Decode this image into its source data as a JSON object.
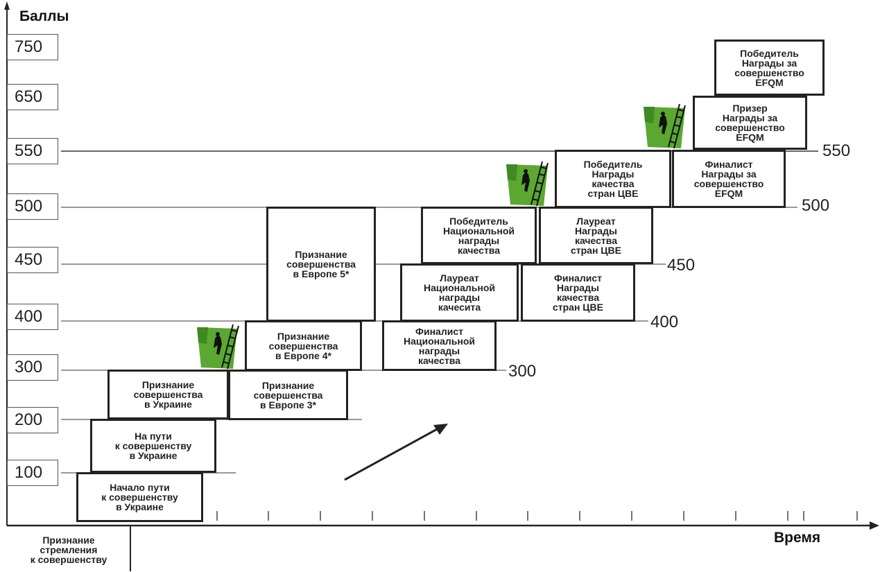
{
  "axes": {
    "y_title": "Баллы",
    "x_title": "Время",
    "y_ticks": [
      "750",
      "650",
      "550",
      "500",
      "450",
      "400",
      "300",
      "200",
      "100"
    ],
    "right_ticks": [
      "550",
      "500",
      "450",
      "400",
      "300"
    ]
  },
  "base_label": "Признание\nстремления\nк совершенству",
  "boxes": [
    {
      "label": "Начало пути\nк совершенству\nв Украине"
    },
    {
      "label": "На пути\nк совершенству\nв Украине"
    },
    {
      "label": "Признание\nсовершенства\nв Украине"
    },
    {
      "label": "Признание\nсовершенства\nв Европе 3*"
    },
    {
      "label": "Признание\nсовершенства\nв Европе 4*"
    },
    {
      "label": "Признание\nсовершенства\nв Европе 5*"
    },
    {
      "label": "Финалист\nНациональной\nнаграды\nкачества"
    },
    {
      "label": "Лауреат\nНациональной\nнаграды\nкачесита"
    },
    {
      "label": "Победитель\nНациональной\nнаграды\nкачества"
    },
    {
      "label": "Финалист\nНаграды\nкачества\nстран ЦВЕ"
    },
    {
      "label": "Лауреат\nНаграды\nкачества\nстран ЦВЕ"
    },
    {
      "label": "Победитель\nНаграды\nкачества\nстран ЦВЕ"
    },
    {
      "label": "Финалист\nНаграды за\nсовершенство\nEFQM"
    },
    {
      "label": "Призер\nНаграды за\nсовершенство\nEFQM"
    },
    {
      "label": "Победитель\nНаграды за\nсовершенство\nEFQM"
    }
  ],
  "colors": {
    "line": "#222222",
    "climber_bg": "#5aa832",
    "grid": "#555555"
  },
  "icons": [
    "ladder-climber-icon",
    "ladder-climber-icon",
    "ladder-climber-icon"
  ]
}
